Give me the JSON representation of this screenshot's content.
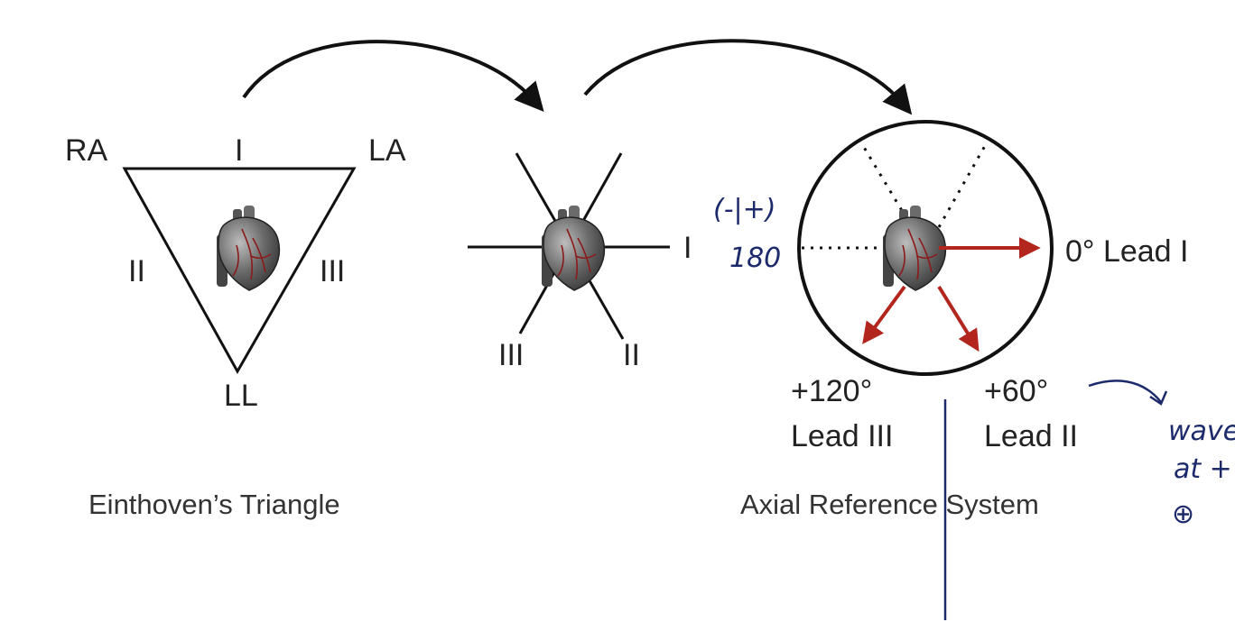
{
  "colors": {
    "ink": "#111111",
    "arrow_red": "#b3261e",
    "pen_blue": "#1c2a6b",
    "heart_dark": "#3a3a3a",
    "heart_vessel": "#8b1a1a"
  },
  "triangle": {
    "vertex_labels": {
      "ra": "RA",
      "la": "LA",
      "ll": "LL"
    },
    "side_labels": {
      "top": "I",
      "left": "II",
      "right": "III"
    },
    "caption": "Einthoven’s Triangle"
  },
  "hexaxial": {
    "labels": {
      "lead_i": "I",
      "lead_iii": "III",
      "lead_ii": "II"
    }
  },
  "axial": {
    "caption": "Axial Reference System",
    "lead_0": "0° Lead I",
    "lead_120_deg": "+120°",
    "lead_120_name": "Lead III",
    "lead_60_deg": "+60°",
    "lead_60_name": "Lead II"
  },
  "handwriting": {
    "note_180_top": "(-|+)",
    "note_180_bottom": "180",
    "note_right_1": "wave",
    "note_right_2": "at +",
    "note_right_3": "⊕"
  },
  "icons": [
    "heart-icon",
    "curved-arrow-icon"
  ]
}
